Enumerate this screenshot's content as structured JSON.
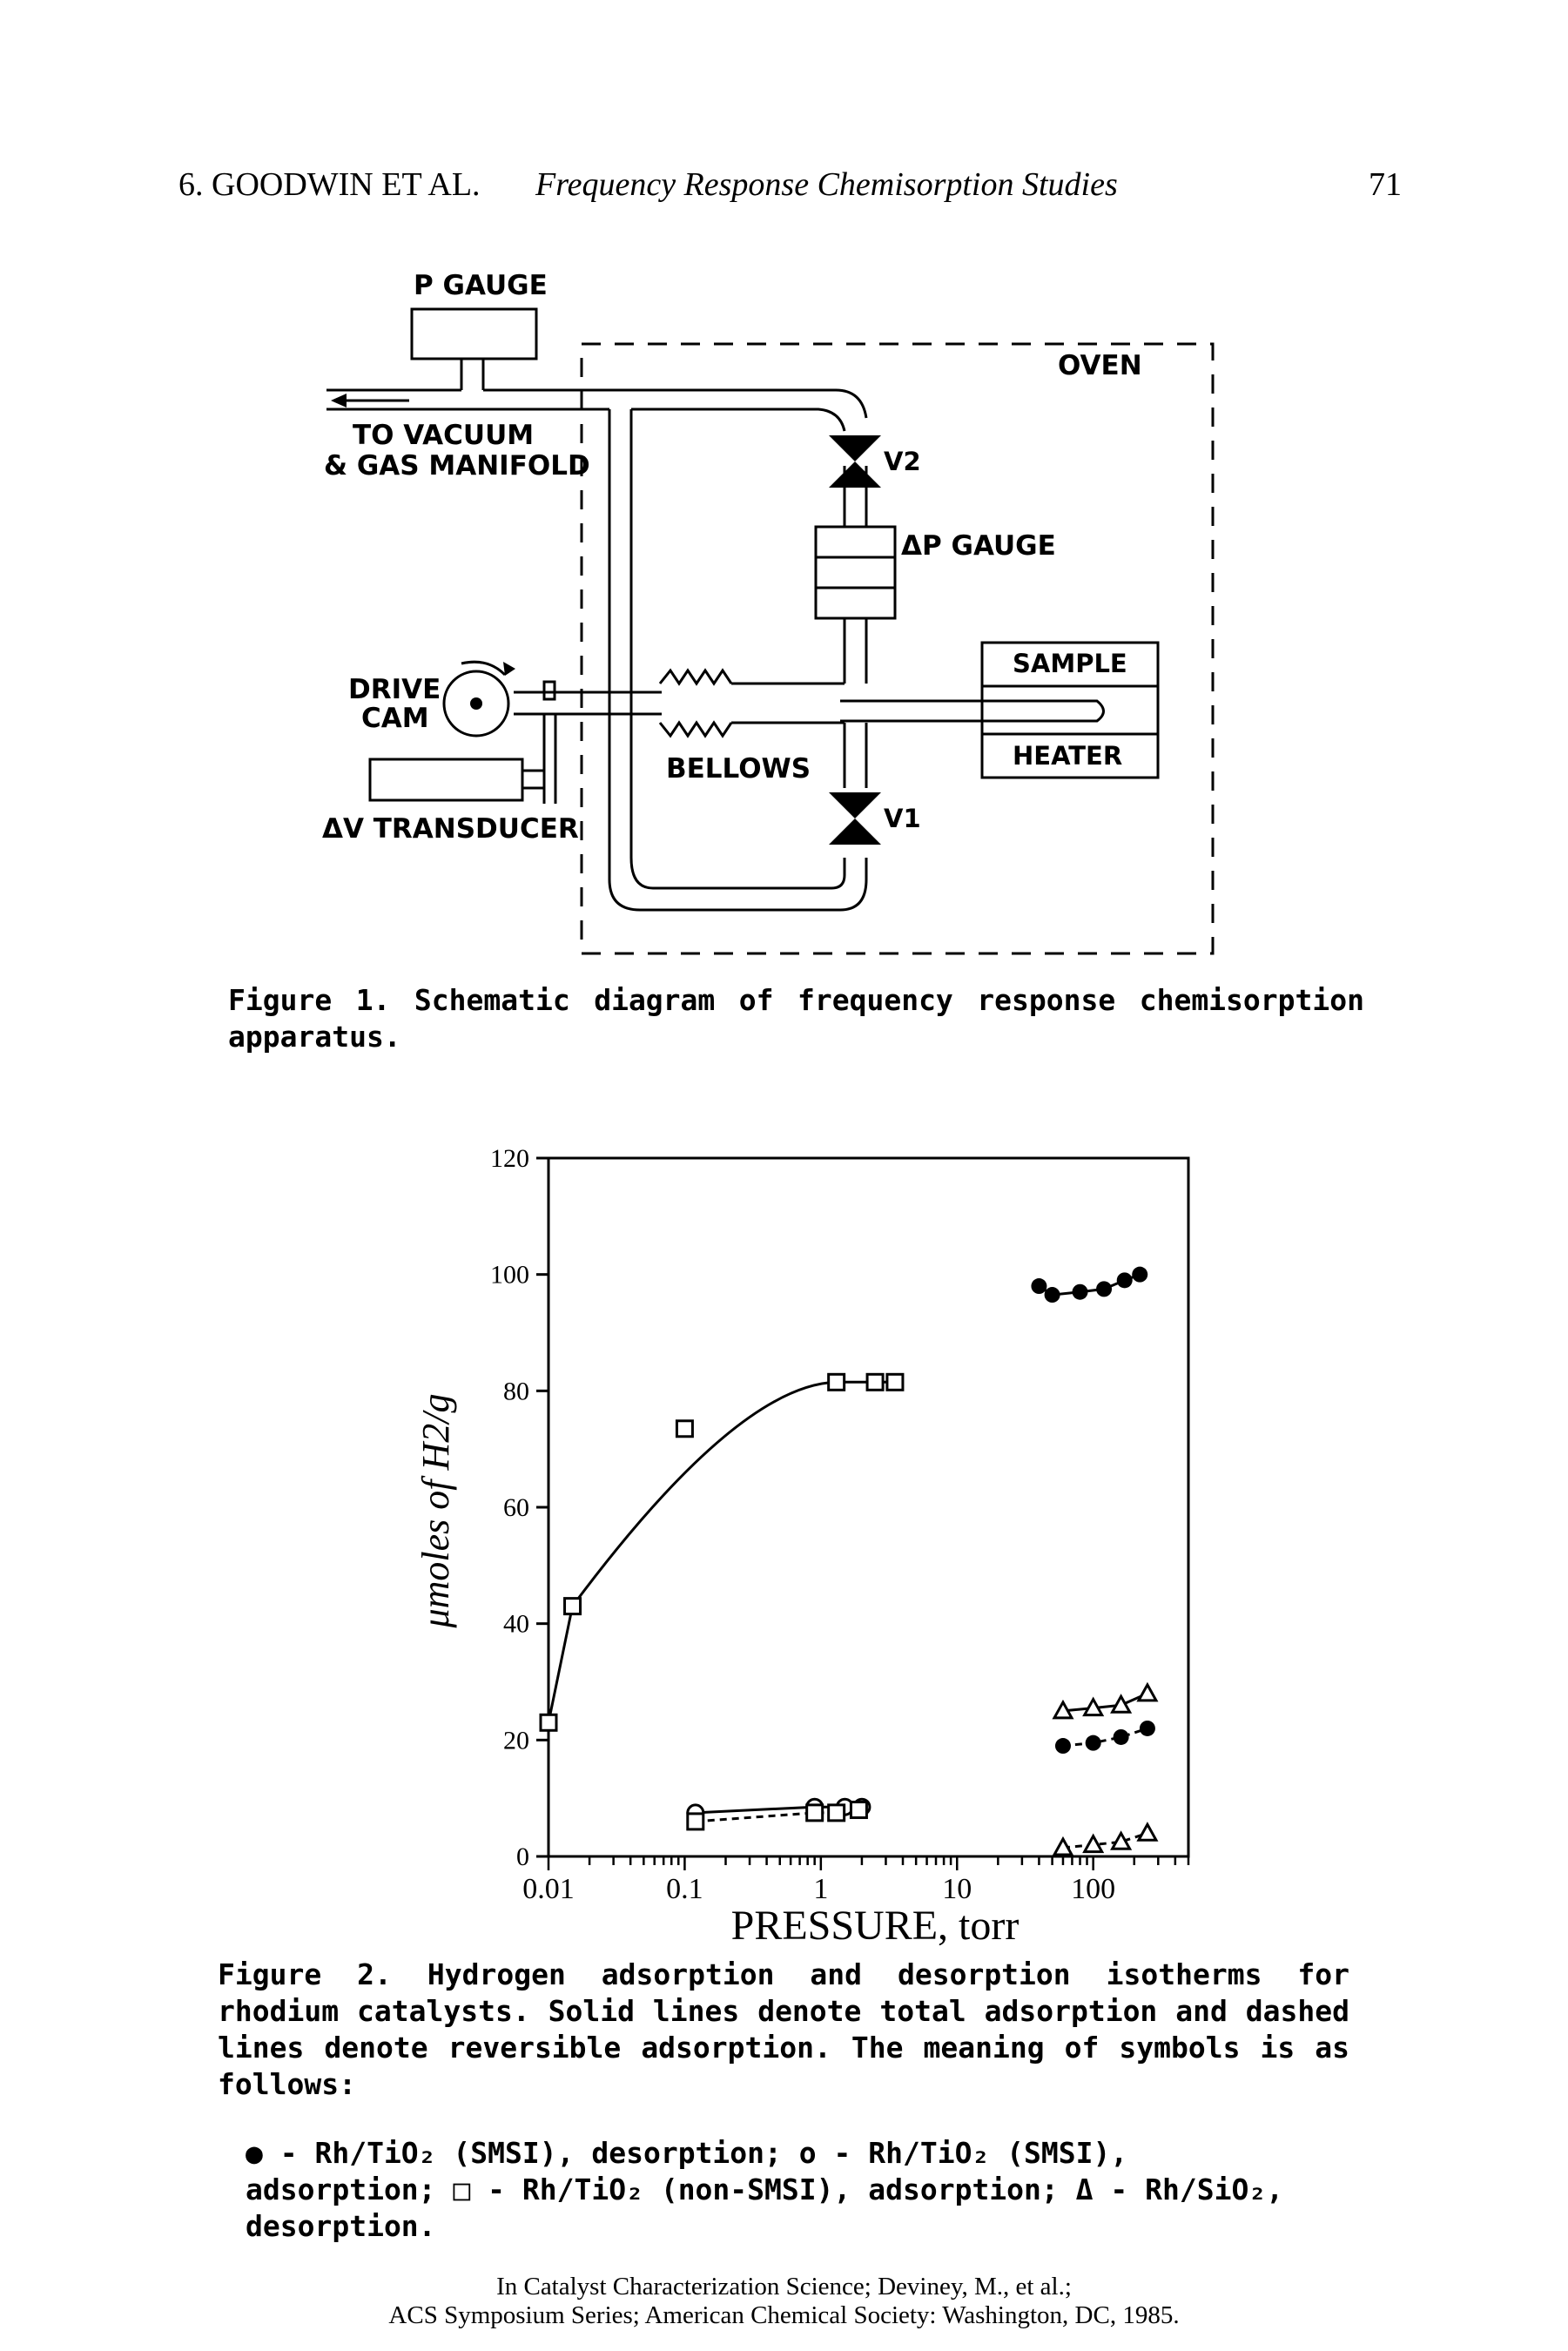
{
  "running_head": {
    "chapter": "6.  GOODWIN ET AL.",
    "title": "Frequency Response Chemisorption Studies",
    "page_number": "71"
  },
  "figure1": {
    "labels": {
      "p_gauge": "P GAUGE",
      "oven": "OVEN",
      "to_vacuum": "TO VACUUM",
      "gas_manifold": "& GAS MANIFOLD",
      "v2": "V2",
      "dp_gauge": "ΔP GAUGE",
      "sample": "SAMPLE",
      "heater": "HEATER",
      "drive": "DRIVE",
      "cam": "CAM",
      "bellows": "BELLOWS",
      "v1": "V1",
      "dv_transducer": "ΔV TRANSDUCER"
    },
    "caption": "Figure 1.  Schematic diagram of frequency response chemisorption apparatus."
  },
  "chart_data": {
    "type": "scatter",
    "xlabel": "PRESSURE, torr",
    "ylabel": "μmoles of H2/g",
    "x_scale": "log",
    "xlim": [
      0.01,
      500
    ],
    "ylim": [
      0,
      120
    ],
    "x_ticks": [
      0.01,
      0.1,
      1,
      10,
      100
    ],
    "x_tick_labels": [
      "0.01",
      "0.1",
      "1",
      "10",
      "100"
    ],
    "y_ticks": [
      0,
      20,
      40,
      60,
      80,
      100,
      120
    ],
    "y_tick_labels": [
      "0",
      "20",
      "40",
      "60",
      "80",
      "100",
      "120"
    ],
    "grid": false,
    "series": [
      {
        "name": "Rh/TiO2 (non-SMSI), adsorption",
        "marker": "open-square",
        "line": "solid",
        "x": [
          0.01,
          0.015,
          0.1,
          1.3,
          2.5,
          3.5
        ],
        "y": [
          23,
          43,
          73.5,
          81.5,
          81.5,
          81.5
        ]
      },
      {
        "name": "Rh/TiO2 (SMSI), desorption",
        "marker": "filled-circle",
        "line": "solid",
        "x": [
          40,
          50,
          80,
          120,
          170,
          220
        ],
        "y": [
          98,
          96.5,
          97,
          97.5,
          99,
          100
        ]
      },
      {
        "name": "Rh/TiO2 (SMSI), adsorption (total)",
        "marker": "open-circle",
        "line": "solid",
        "x": [
          0.12,
          0.9,
          1.5,
          2.0
        ],
        "y": [
          7.5,
          8.5,
          8.5,
          8.5
        ]
      },
      {
        "name": "Rh/TiO2 (SMSI), adsorption (reversible)",
        "marker": "open-square",
        "line": "dashed",
        "x": [
          0.12,
          0.9,
          1.3,
          1.9
        ],
        "y": [
          6,
          7.5,
          7.5,
          8
        ]
      },
      {
        "name": "Rh/SiO2, desorption (total)",
        "marker": "open-triangle",
        "line": "solid",
        "x": [
          60,
          100,
          160,
          250
        ],
        "y": [
          25,
          25.5,
          26,
          28
        ]
      },
      {
        "name": "Rh/TiO2 (SMSI), desorption (lower)",
        "marker": "filled-circle",
        "line": "dashed",
        "x": [
          60,
          100,
          160,
          250
        ],
        "y": [
          19,
          19.5,
          20.5,
          22
        ]
      },
      {
        "name": "Rh/SiO2, desorption (reversible)",
        "marker": "open-triangle",
        "line": "dashed",
        "x": [
          60,
          100,
          160,
          250
        ],
        "y": [
          1.5,
          2,
          2.5,
          4
        ]
      }
    ]
  },
  "figure2": {
    "caption": "Figure 2.  Hydrogen adsorption and desorption isotherms for rhodium catalysts.  Solid lines denote total adsorption and dashed lines denote reversible adsorption.  The meaning of symbols is as follows:",
    "legend": [
      "●  -  Rh/TiO₂  (SMSI),  desorption;  o  -  Rh/TiO₂  (SMSI),",
      "adsorption; □ - Rh/TiO₂ (non-SMSI), adsorption; Δ - Rh/SiO₂,",
      "desorption."
    ]
  },
  "footer": {
    "line1": "In Catalyst Characterization Science; Deviney, M., et al.;",
    "line2": "ACS Symposium Series; American Chemical Society: Washington, DC, 1985."
  }
}
